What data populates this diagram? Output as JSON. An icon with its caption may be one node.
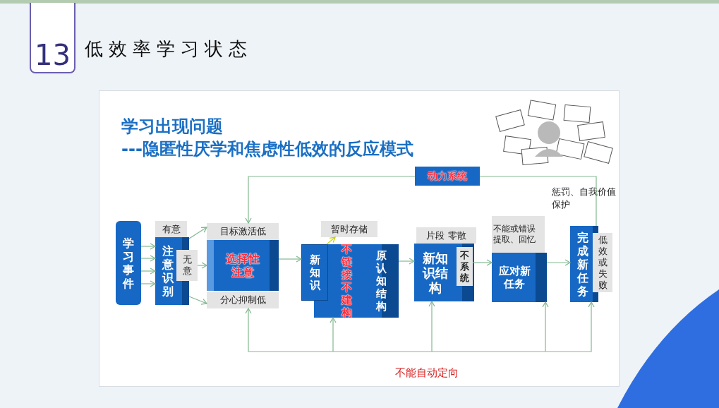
{
  "diagram": {
    "title": "低效率学习状态",
    "nodes": [
      {
        "text": [
          "学习事件"
        ]
      },
      {
        "text": [
          "有意"
        ]
      },
      {
        "text": [
          "注意识别"
        ]
      },
      {
        "text": [
          "无意"
        ]
      },
      {
        "text": [
          "目标激活低"
        ]
      },
      {
        "text": [
          "选择性注意"
        ]
      },
      {
        "text": [
          "分心抑制低"
        ]
      },
      {
        "text": [
          "暂时存储"
        ]
      },
      {
        "text": [
          "不链接不建构",
          "原认知结构"
        ]
      },
      {
        "text": [
          "新知识"
        ]
      },
      {
        "text": [
          "片段 零散"
        ]
      },
      {
        "text": [
          "新知识结构"
        ]
      },
      {
        "text": [
          "不系统"
        ],
        "in": 11
      },
      {
        "text": [
          "不能或错误提取、回忆"
        ]
      },
      {
        "text": [
          "应对新任务"
        ]
      },
      {
        "text": [
          "完成新任务"
        ]
      },
      {
        "text": [
          "低效或失败"
        ]
      },
      {
        "text": [
          "动力系统"
        ]
      }
    ],
    "edges": [
      {
        "from": 0,
        "to": 2,
        "arrow": "to"
      },
      {
        "from": 0,
        "to": 2,
        "arrow": "to"
      },
      {
        "from": 0,
        "to": 2,
        "arrow": "to"
      },
      {
        "from": 0,
        "to": 2,
        "arrow": "to"
      },
      {
        "from": 2,
        "to": 4,
        "arrow": "to"
      },
      {
        "from": 2,
        "to": 6,
        "arrow": "to"
      },
      {
        "from": 3,
        "to": 5,
        "arrow": "to"
      },
      {
        "from": 5,
        "to": 9,
        "arrow": "to"
      },
      {
        "from": 9,
        "to": 7,
        "arrow": "to",
        "color": "#c8d400"
      },
      {
        "from": 8,
        "to": 11,
        "arrow": "to"
      },
      {
        "from": 12,
        "to": 14,
        "arrow": "to"
      },
      {
        "from": 14,
        "to": 15,
        "arrow": "to"
      },
      {
        "from": 15,
        "to": 17,
        "arrow": "none"
      },
      {
        "from": 17,
        "to": 4,
        "arrow": "to"
      },
      {
        "from": null,
        "to": 6,
        "arrow": "to"
      },
      {
        "from": null,
        "to": 8,
        "arrow": "to"
      },
      {
        "from": null,
        "to": 11,
        "arrow": "to"
      },
      {
        "from": null,
        "to": 14,
        "arrow": "to"
      },
      {
        "from": null,
        "to": 15,
        "arrow": "to"
      }
    ],
    "labels": [
      "13",
      "学习出现问题",
      "---隐匿性厌学和焦虑性低效的反应模式",
      "惩罚、自我价值保护",
      "不能自动定向"
    ]
  }
}
